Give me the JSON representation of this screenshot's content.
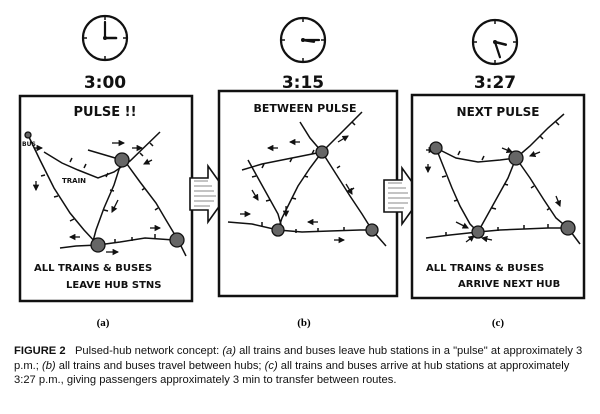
{
  "panels": [
    {
      "time": "3:00",
      "hour_angle": 90,
      "minute_angle": 0,
      "title": "PULSE !!",
      "tag": "(a)",
      "note_line1": "ALL TRAINS & BUSES",
      "note_line2": "LEAVE HUB STNS",
      "bus_label": "BUS",
      "train_label": "TRAIN"
    },
    {
      "time": "3:15",
      "hour_angle": 98,
      "minute_angle": 90,
      "title": "BETWEEN PULSE",
      "tag": "(b)"
    },
    {
      "time": "3:27",
      "hour_angle": 104,
      "minute_angle": 162,
      "title": "NEXT PULSE",
      "tag": "(c)",
      "note_line1": "ALL TRAINS & BUSES",
      "note_line2": "ARRIVE  NEXT HUB"
    }
  ],
  "caption": {
    "figure_label": "FIGURE 2",
    "title": "Pulsed-hub network concept:",
    "part_a_tag": "(a)",
    "part_a_text": "all trains and buses leave hub stations in a \"pulse\" at approximately 3 p.m.;",
    "part_b_tag": "(b)",
    "part_b_text": "all trains and buses travel between hubs;",
    "part_c_tag": "(c)",
    "part_c_text": "all trains and buses arrive at hub stations at approximately 3:27 p.m., giving passengers approximately 3 min to transfer between routes."
  }
}
